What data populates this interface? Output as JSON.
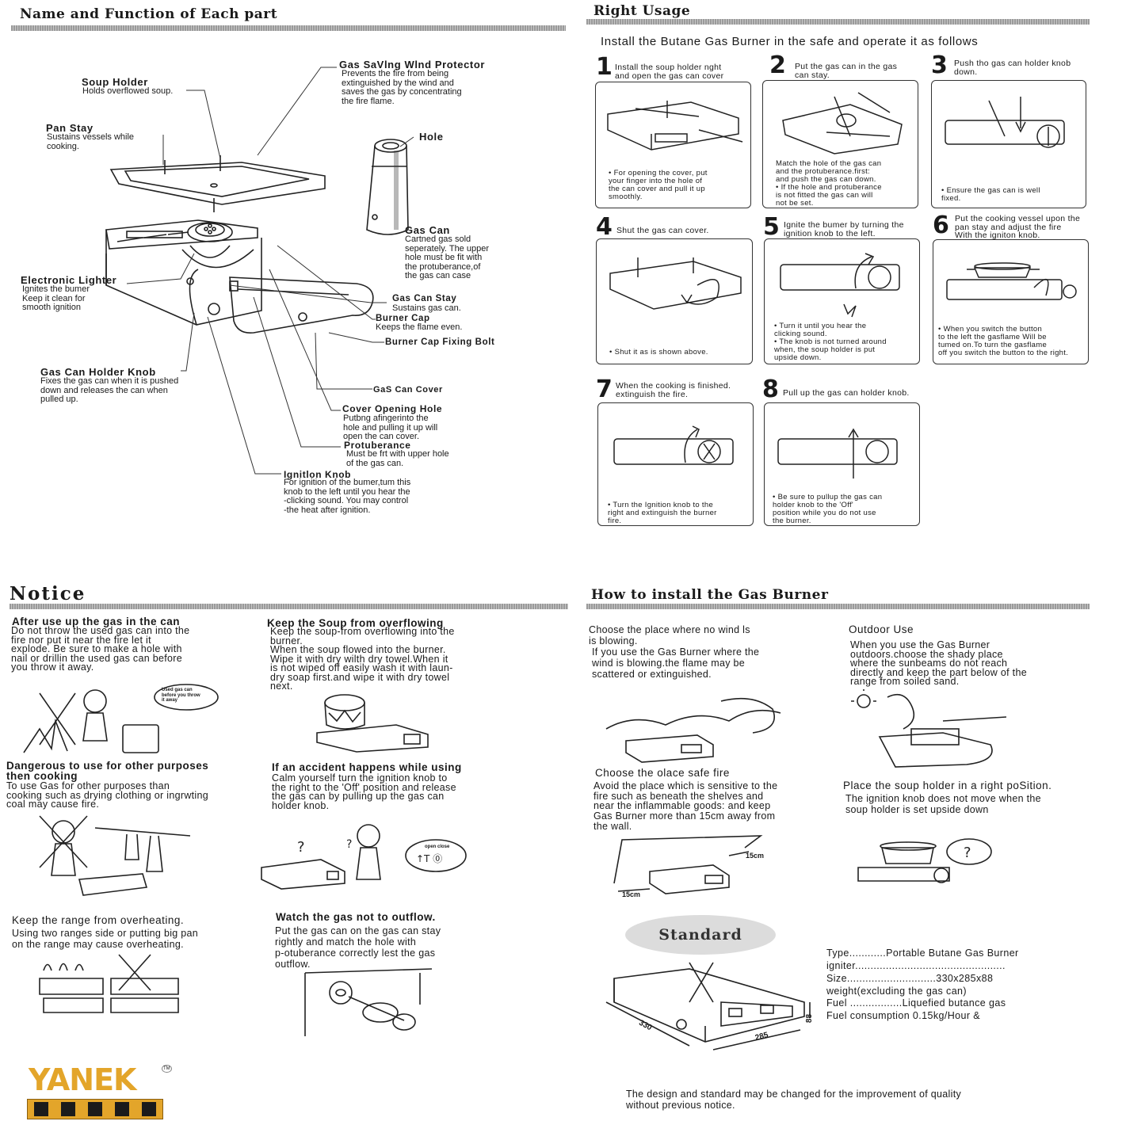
{
  "sections": {
    "parts_title": "Name and Function of Each part",
    "usage_title": "Right Usage",
    "notice_title": "Notice",
    "install_title": "How to install the Gas Burner"
  },
  "parts": {
    "wind_protector": {
      "label": "Gas SaVlng Wlnd Protector",
      "desc": "Prevents the fire from being\nextinguished by the wind and\nsaves the gas by concentrating\nthe fire flame."
    },
    "soup_holder": {
      "label": "Soup Holder",
      "desc": "Holds overflowed soup."
    },
    "pan_stay": {
      "label": "Pan Stay",
      "desc": "Sustains vessels while\ncooking."
    },
    "hole": {
      "label": "Hole"
    },
    "gas_can": {
      "label": "Gas Can",
      "desc": "Cartned gas sold\nseperately. The upper\nhole must be fit with\nthe protuberance,of\nthe gas can case"
    },
    "electronic_lighter": {
      "label": "Electronic Lighter",
      "desc": "Ignites the bumer\nKeep it clean for\nsmooth ignition"
    },
    "gas_can_stay": {
      "label": "Gas Can Stay",
      "desc": "Sustains gas can."
    },
    "burner_cap": {
      "label": "Burner Cap",
      "desc": "Keeps the flame even."
    },
    "burner_cap_bolt": {
      "label": "Burner Cap Fixing Bolt"
    },
    "holder_knob": {
      "label": "Gas Can Holder Knob",
      "desc": "Fixes the gas can when it is pushed\ndown and releases the can when\npulled up."
    },
    "gas_can_cover": {
      "label": "GaS Can Cover"
    },
    "cover_hole": {
      "label": "Cover Opening Hole",
      "desc": "Putbng afingerinto the\nhole and pulling it up will\nopen the can cover."
    },
    "protuberance": {
      "label": "Protuberance",
      "desc": "Must be frt with upper hole\nof the gas can."
    },
    "ignition_knob": {
      "label": "Ignitlon Knob",
      "desc": "For ignition of the bumer,tum this\nknob to the left until you hear the\n-clicking sound. You may control\n-the heat after ignition."
    }
  },
  "usage": {
    "intro": "Install the Butane Gas Burner in the safe and operate it as follows",
    "steps": [
      {
        "num": "1",
        "text": "Install the soup holder nght\nand open the gas can cover",
        "note": "• For opening the cover, put\nyour finger into the hole of\nthe can cover and pull it up\nsmoothly."
      },
      {
        "num": "2",
        "text": "Put the gas can in the gas\ncan stay.",
        "note": "Match the hole of the gas can\nand the protuberance.first:\nand push the gas can down.\n  • If the hole and protuberance\nis not fitted the gas can will\nnot be set."
      },
      {
        "num": "3",
        "text": "Push tho gas can holder knob\ndown.",
        "note": "• Ensure the gas can is well\nfixed."
      },
      {
        "num": "4",
        "text": "Shut the gas can cover.",
        "note": "• Shut it as is shown above."
      },
      {
        "num": "5",
        "text": "Ignite the bumer by turning the\nignition knob to the left.",
        "note": "• Turn it until you hear the\nclicking sound.\n  • The knob is not turned around\nwhen, the soup holder is put\nupside down."
      },
      {
        "num": "6",
        "text": "Put the cooking vessel upon the\npan stay and adjust the fire\nWith the igniton knob.",
        "note": "• When you switch the button\nto the left the gasflame Will be\ntumed on.To turn the gasflame\noff you switch the button to the right."
      },
      {
        "num": "7",
        "text": "When the cooking is finished.\nextinguish the fire.",
        "note": "• Turn the Ignition knob to the\nright and extinguish the burner\nfire."
      },
      {
        "num": "8",
        "text": "Pull up the gas can holder knob.",
        "note": "• Be sure to pullup the gas can\nholder knob to the 'Off'\nposition while you do not use\nthe burner."
      }
    ]
  },
  "notice": {
    "items": [
      {
        "title": "After use up the gas in the can",
        "body": "Do not throw the used gas can into the\nfire nor put it near the fire  let  it\nexplode.  Be sure to make a hole with\nnail or drillin the used gas can before\nyou throw it away."
      },
      {
        "title": "Keep the Soup from overflowing",
        "body": "Keep the soup-from overflowing into the\nburner.\nWhen the soup flowed into the burner.\nWipe it with dry wilth dry towel.When it\nis not wiped off easily wash it with laun-\ndry soap first.and wipe it with dry towel\nnext."
      },
      {
        "title": "Dangerous to use for other purposes\nthen cooking",
        "body": "To use Gas for other purposes than\ncooking such as drying clothing or ingrwting\ncoal may cause fire."
      },
      {
        "title": "If an accident happens while using",
        "body": "Calm yourself  turn the ignition knob to\nthe right to the  'Off'  position  and release\nthe gas can by pulling up the gas can\nholder knob."
      },
      {
        "title": "Keep the range from overheating.",
        "body": "Using two ranges side or putting big pan\non the range may cause overheating."
      },
      {
        "title": "Watch the gas not to outflow.",
        "body": "Put the gas can on the gas can stay\nrightly and match the hole with\np-otuberance correctly lest the gas\noutflow."
      }
    ],
    "bubble1": "Used gas can\nbefore you throw\nit away",
    "bubble2": "open close"
  },
  "install": {
    "wind": {
      "title": "Choose the place where no wind ls\nis blowing.",
      "body": "If you use the  Gas Burner where the\nwind is blowing.the flame may be\nscattered or extinguished."
    },
    "outdoor": {
      "title": "Outdoor Use",
      "body": "When you use the Gas Burner\noutdoors.choose the shady place\nwhere the sunbeams do not reach\ndirectly and keep the part below of the\nrange from soiled sand."
    },
    "safe": {
      "title": "Choose the olace safe fire",
      "body": "Avoid the place which is sensitive to the\nfire such as beneath the shelves and\nnear the inflammable goods: and keep\nGas Burner more than 15cm away from\nthe wall."
    },
    "soup_pos": {
      "title": "Place the soup holder in a right poSition.",
      "body": "The ignition knob does not move when the\nsoup holder is set upside down"
    },
    "dim_15a": "15cm",
    "dim_15b": "15cm"
  },
  "standard": {
    "badge": "Standard",
    "specs": [
      "Type............Portable Butane Gas Burner",
      "igniter.................................................",
      "Size.............................330x285x88",
      "weight(excluding the gas can)",
      "Fuel .................Liquefied butance gas",
      "Fuel consumption 0.15kg/Hour &"
    ],
    "dims": {
      "w": "330",
      "d": "285",
      "h": "88"
    },
    "disclaimer": "The design and standard may be changed for the improvement of quality\nwithout previous notice."
  },
  "brand": {
    "name": "YANEK",
    "tm": "TM"
  },
  "colors": {
    "brand": "#e3a52a",
    "rule": "#a8a8a8"
  }
}
